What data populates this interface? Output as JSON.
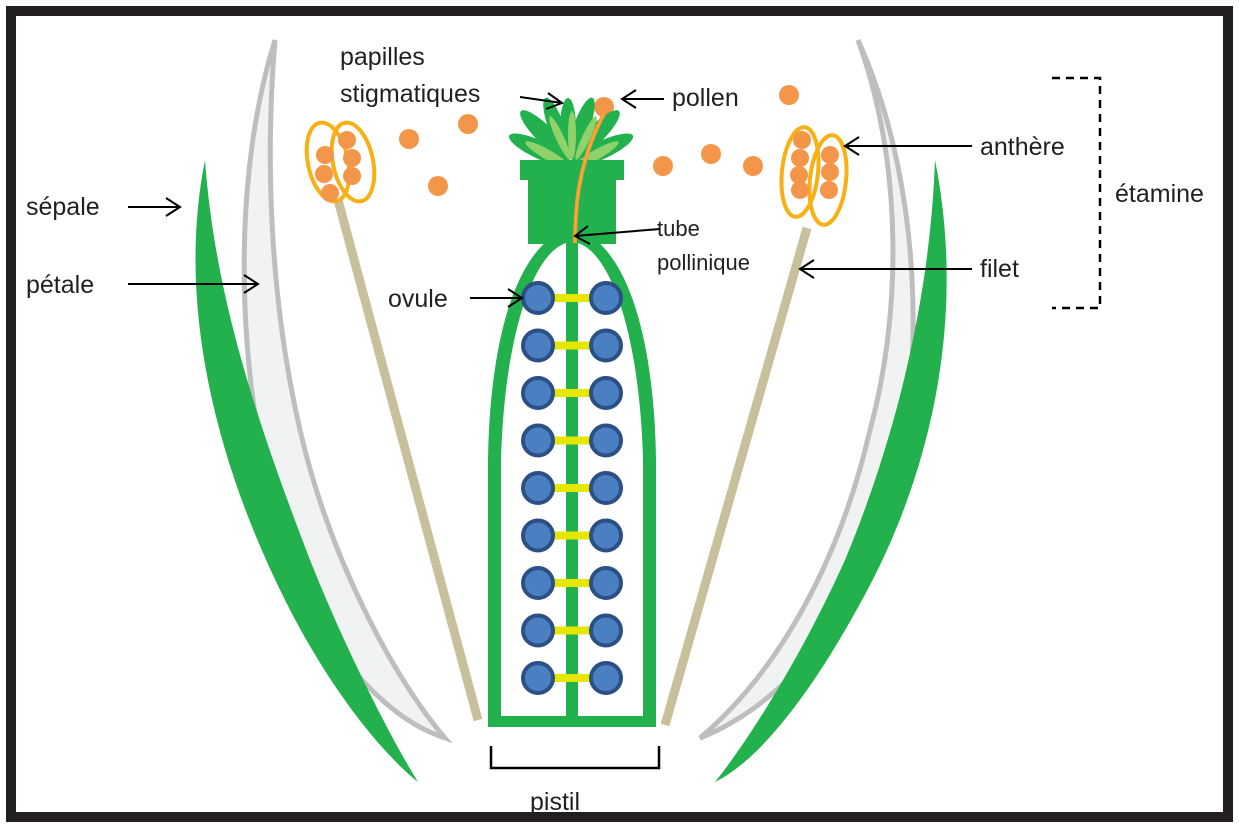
{
  "labels": {
    "papilles_line1": "papilles",
    "papilles_line2": "stigmatiques",
    "pollen": "pollen",
    "anthere": "anthère",
    "etamine": "étamine",
    "sepale": "sépale",
    "petale": "pétale",
    "tube_line1": "tube",
    "tube_line2": "pollinique",
    "ovule": "ovule",
    "filet": "filet",
    "pistil": "pistil"
  },
  "colors": {
    "sepal_green": "#22b14c",
    "petal_fill": "#f1f2f2",
    "petal_stroke": "#bcbec0",
    "filament": "#c8c09a",
    "anther_yellow": "#f7b116",
    "pollen_orange": "#f4964a",
    "ovule_blue": "#4a7fc1",
    "ovule_stroke": "#2c4f86",
    "funicle_yellow": "#e6e600",
    "pollen_tube": "#f4964a",
    "papillae_light": "#8fd16a"
  }
}
